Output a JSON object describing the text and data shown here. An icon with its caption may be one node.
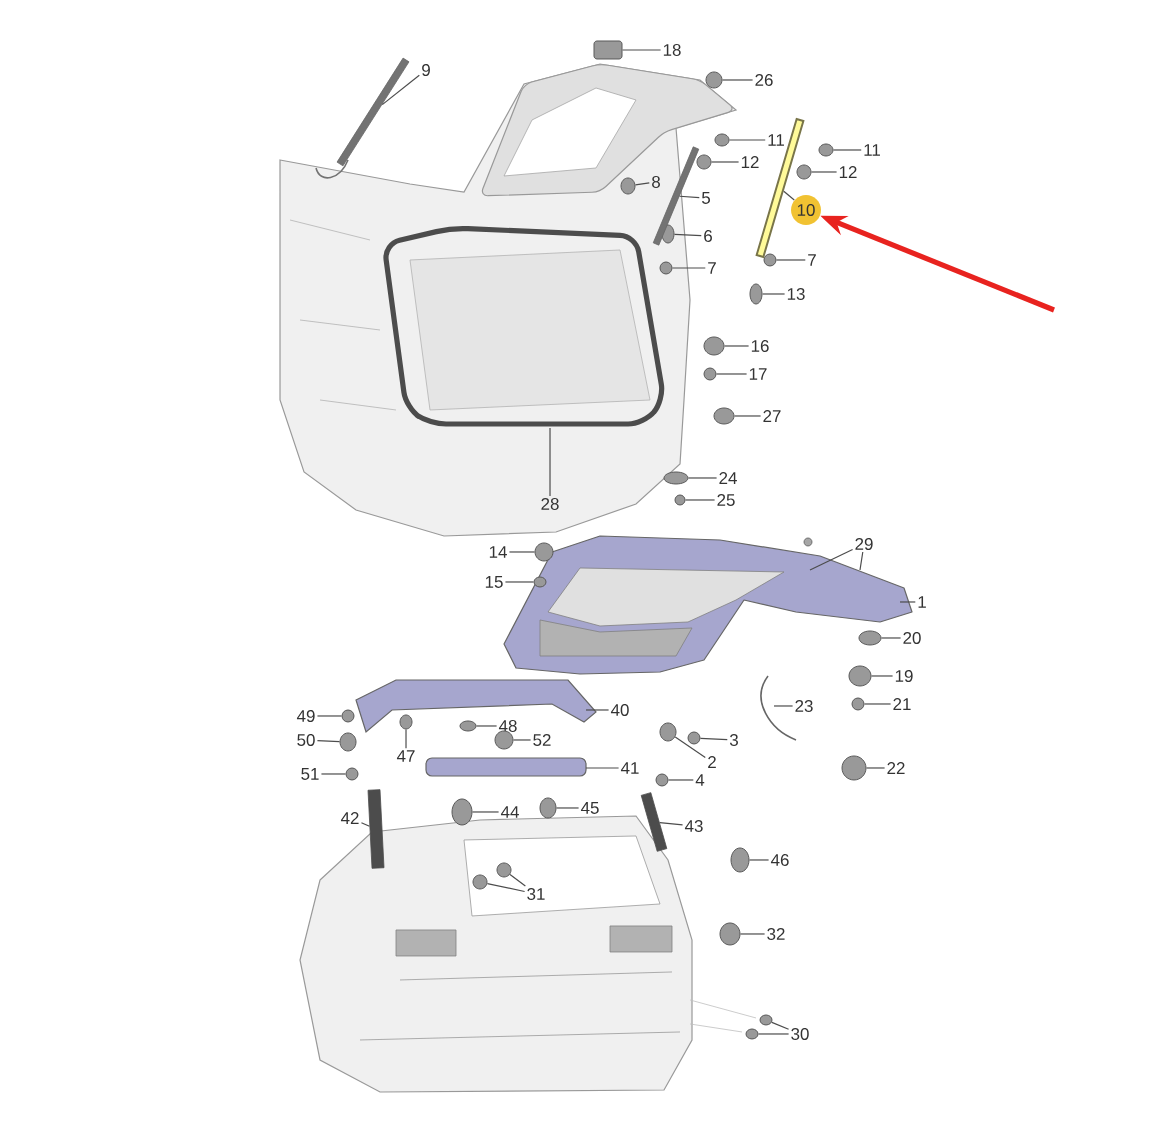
{
  "diagram": {
    "nodes": [
      {
        "text": [
          "9"
        ]
      },
      {
        "text": [
          "18"
        ]
      },
      {
        "text": [
          "26"
        ]
      },
      {
        "text": [
          "11"
        ]
      },
      {
        "text": [
          "12"
        ]
      },
      {
        "text": [
          "11"
        ]
      },
      {
        "text": [
          "12"
        ]
      },
      {
        "text": [
          "8"
        ]
      },
      {
        "text": [
          "5"
        ]
      },
      {
        "text": [
          "10"
        ]
      },
      {
        "text": [
          "6"
        ]
      },
      {
        "text": [
          "7"
        ]
      },
      {
        "text": [
          "7"
        ]
      },
      {
        "text": [
          "13"
        ]
      },
      {
        "text": [
          "16"
        ]
      },
      {
        "text": [
          "17"
        ]
      },
      {
        "text": [
          "27"
        ]
      },
      {
        "text": [
          "24"
        ]
      },
      {
        "text": [
          "25"
        ]
      },
      {
        "text": [
          "28"
        ]
      },
      {
        "text": [
          "14"
        ]
      },
      {
        "text": [
          "15"
        ]
      },
      {
        "text": [
          "29"
        ]
      },
      {
        "text": [
          "1"
        ]
      },
      {
        "text": [
          "20"
        ]
      },
      {
        "text": [
          "19"
        ]
      },
      {
        "text": [
          "21"
        ]
      },
      {
        "text": [
          "23"
        ]
      },
      {
        "text": [
          "22"
        ]
      },
      {
        "text": [
          "3"
        ]
      },
      {
        "text": [
          "2"
        ]
      },
      {
        "text": [
          "4"
        ]
      },
      {
        "text": [
          "40"
        ]
      },
      {
        "text": [
          "41"
        ]
      },
      {
        "text": [
          "48"
        ]
      },
      {
        "text": [
          "52"
        ]
      },
      {
        "text": [
          "47"
        ]
      },
      {
        "text": [
          "49"
        ]
      },
      {
        "text": [
          "50"
        ]
      },
      {
        "text": [
          "51"
        ]
      },
      {
        "text": [
          "42"
        ]
      },
      {
        "text": [
          "44"
        ]
      },
      {
        "text": [
          "45"
        ]
      },
      {
        "text": [
          "43"
        ]
      },
      {
        "text": [
          "31"
        ]
      },
      {
        "text": [
          "46"
        ]
      },
      {
        "text": [
          "32"
        ]
      },
      {
        "text": [
          "30"
        ]
      },
      {
        "text": [],
        "shape": "box"
      },
      {
        "text": [],
        "shape": "circle"
      },
      {
        "text": [],
        "shape": "circle"
      },
      {
        "text": [],
        "shape": "circle"
      },
      {
        "text": [],
        "shape": "circle"
      },
      {
        "text": [],
        "shape": "circle"
      },
      {
        "text": [],
        "shape": "circle"
      },
      {
        "text": [],
        "shape": "circle"
      },
      {
        "text": [],
        "shape": "circle"
      },
      {
        "text": [],
        "shape": "circle"
      },
      {
        "text": [],
        "shape": "circle"
      },
      {
        "text": [],
        "shape": "circle"
      },
      {
        "text": [],
        "shape": "circle"
      },
      {
        "text": [],
        "shape": "circle"
      },
      {
        "text": [],
        "shape": "circle"
      },
      {
        "text": [],
        "shape": "circle"
      },
      {
        "text": [],
        "shape": "circle"
      },
      {
        "text": [],
        "shape": "circle"
      },
      {
        "text": [],
        "shape": "circle"
      },
      {
        "text": [],
        "shape": "circle"
      },
      {
        "text": [],
        "shape": "circle"
      },
      {
        "text": [],
        "shape": "circle"
      },
      {
        "text": [],
        "shape": "circle"
      },
      {
        "text": [],
        "shape": "circle"
      },
      {
        "text": [],
        "shape": "circle"
      },
      {
        "text": [],
        "shape": "circle"
      },
      {
        "text": [],
        "shape": "circle"
      },
      {
        "text": [],
        "shape": "circle"
      },
      {
        "text": [],
        "shape": "circle"
      },
      {
        "text": [],
        "shape": "circle"
      },
      {
        "text": [],
        "shape": "circle"
      },
      {
        "text": [],
        "shape": "circle"
      },
      {
        "text": [],
        "shape": "circle"
      },
      {
        "text": [],
        "shape": "circle"
      },
      {
        "text": [],
        "shape": "circle"
      },
      {
        "text": [],
        "shape": "circle"
      },
      {
        "text": [],
        "shape": "circle"
      },
      {
        "text": [],
        "shape": "circle"
      },
      {
        "text": [],
        "shape": "circle"
      },
      {
        "text": [],
        "shape": "bar"
      },
      {
        "text": [],
        "shape": "bar"
      },
      {
        "text": [],
        "shape": "bar"
      },
      {
        "text": [],
        "shape": "bar"
      },
      {
        "text": [],
        "shape": "bar"
      }
    ],
    "edges": [
      {
        "from": 0,
        "to": 87,
        "arrow": "none"
      },
      {
        "from": 1,
        "to": 48,
        "arrow": "none"
      },
      {
        "from": 2,
        "to": 49,
        "arrow": "none"
      },
      {
        "from": 3,
        "to": 50,
        "arrow": "none"
      },
      {
        "from": 4,
        "to": 51,
        "arrow": "none"
      },
      {
        "from": 5,
        "to": 52,
        "arrow": "none"
      },
      {
        "from": 6,
        "to": 53,
        "arrow": "none"
      },
      {
        "from": 7,
        "to": 54,
        "arrow": "none"
      },
      {
        "from": 8,
        "to": 88,
        "arrow": "none"
      },
      {
        "from": 9,
        "to": 89,
        "arrow": "none"
      },
      {
        "from": 10,
        "to": 55,
        "arrow": "none"
      },
      {
        "from": 11,
        "to": 56,
        "arrow": "none"
      },
      {
        "from": 12,
        "to": 57,
        "arrow": "none"
      },
      {
        "from": 13,
        "to": 58,
        "arrow": "none"
      },
      {
        "from": 14,
        "to": 59,
        "arrow": "none"
      },
      {
        "from": 15,
        "to": 60,
        "arrow": "none"
      },
      {
        "from": 16,
        "to": 61,
        "arrow": "none"
      },
      {
        "from": 17,
        "to": 62,
        "arrow": "none"
      },
      {
        "from": 18,
        "to": 63,
        "arrow": "none"
      },
      {
        "from": 19,
        "to": null,
        "arrow": "none"
      },
      {
        "from": 20,
        "to": 64,
        "arrow": "none"
      },
      {
        "from": 21,
        "to": 65,
        "arrow": "none"
      },
      {
        "from": 22,
        "to": null,
        "arrow": "none"
      },
      {
        "from": 22,
        "to": null,
        "arrow": "none"
      },
      {
        "from": 23,
        "to": null,
        "arrow": "none"
      },
      {
        "from": 24,
        "to": 66,
        "arrow": "none"
      },
      {
        "from": 25,
        "to": 67,
        "arrow": "none"
      },
      {
        "from": 26,
        "to": 68,
        "arrow": "none"
      },
      {
        "from": 27,
        "to": null,
        "arrow": "none"
      },
      {
        "from": 28,
        "to": 69,
        "arrow": "none"
      },
      {
        "from": 29,
        "to": 70,
        "arrow": "none"
      },
      {
        "from": 30,
        "to": 71,
        "arrow": "none"
      },
      {
        "from": 31,
        "to": 72,
        "arrow": "none"
      },
      {
        "from": 32,
        "to": null,
        "arrow": "none"
      },
      {
        "from": 33,
        "to": null,
        "arrow": "none"
      },
      {
        "from": 34,
        "to": 73,
        "arrow": "none"
      },
      {
        "from": 35,
        "to": 74,
        "arrow": "none"
      },
      {
        "from": 36,
        "to": 75,
        "arrow": "none"
      },
      {
        "from": 37,
        "to": 76,
        "arrow": "none"
      },
      {
        "from": 38,
        "to": 77,
        "arrow": "none"
      },
      {
        "from": 39,
        "to": 78,
        "arrow": "none"
      },
      {
        "from": 40,
        "to": 90,
        "arrow": "none"
      },
      {
        "from": 41,
        "to": 79,
        "arrow": "none"
      },
      {
        "from": 42,
        "to": 80,
        "arrow": "none"
      },
      {
        "from": 43,
        "to": 91,
        "arrow": "none"
      },
      {
        "from": 44,
        "to": 81,
        "arrow": "none"
      },
      {
        "from": 44,
        "to": 82,
        "arrow": "none"
      },
      {
        "from": 45,
        "to": 83,
        "arrow": "none"
      },
      {
        "from": 46,
        "to": 84,
        "arrow": "none"
      },
      {
        "from": 47,
        "to": 85,
        "arrow": "none"
      },
      {
        "from": 47,
        "to": 86,
        "arrow": "none"
      },
      {
        "from": null,
        "to": 9,
        "arrow": "to",
        "style": "thick",
        "color": "#e8231f"
      }
    ]
  }
}
